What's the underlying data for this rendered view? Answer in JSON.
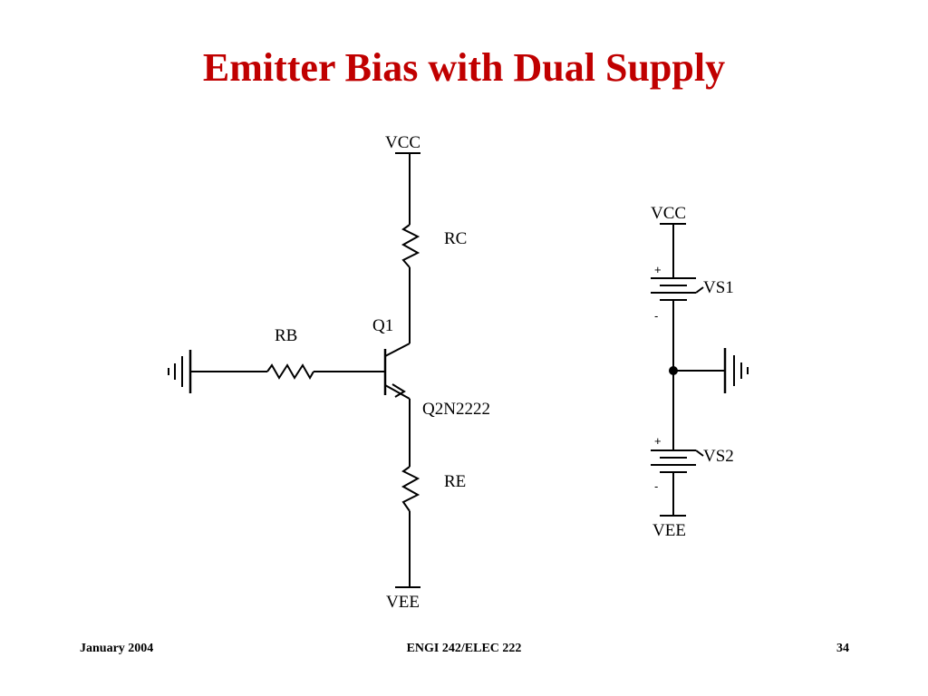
{
  "slide": {
    "title": "Emitter Bias with Dual Supply",
    "title_color": "#c00000"
  },
  "schematic_main": {
    "vcc": "VCC",
    "rc": "RC",
    "q1": "Q1",
    "rb": "RB",
    "transistor_model": "Q2N2222",
    "re": "RE",
    "vee": "VEE"
  },
  "schematic_supply": {
    "vcc": "VCC",
    "vs1": "VS1",
    "vs1_plus": "+",
    "vs1_minus": "-",
    "vs2": "VS2",
    "vs2_plus": "+",
    "vs2_minus": "-",
    "vee": "VEE"
  },
  "footer": {
    "date": "January 2004",
    "course": "ENGI 242/ELEC 222",
    "page": "34"
  }
}
